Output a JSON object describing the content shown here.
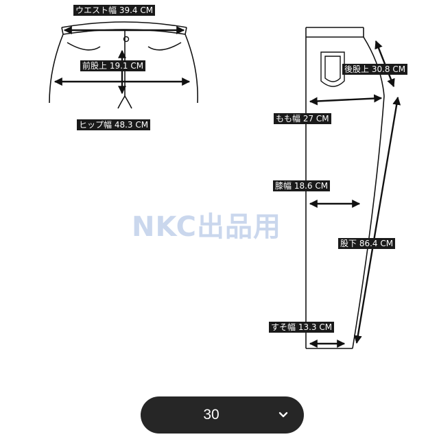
{
  "labels": {
    "waist": "ウエスト幅 39.4 CM",
    "front_rise": "前股上 19.1 CM",
    "hip": "ヒップ幅 48.3 CM",
    "back_rise": "後股上 30.8 CM",
    "thigh": "もも幅 27 CM",
    "knee": "膝幅 18.6 CM",
    "inseam": "股下 86.4 CM",
    "hem": "すそ幅 13.3 CM"
  },
  "watermark": "NKC出品用",
  "size_selector": {
    "value": "30",
    "icon": "chevron-down-icon"
  },
  "colors": {
    "label_bg": "#1a1a1a",
    "label_text": "#ffffff",
    "watermark": "#9fb7e0",
    "selector_bg": "#262626"
  }
}
